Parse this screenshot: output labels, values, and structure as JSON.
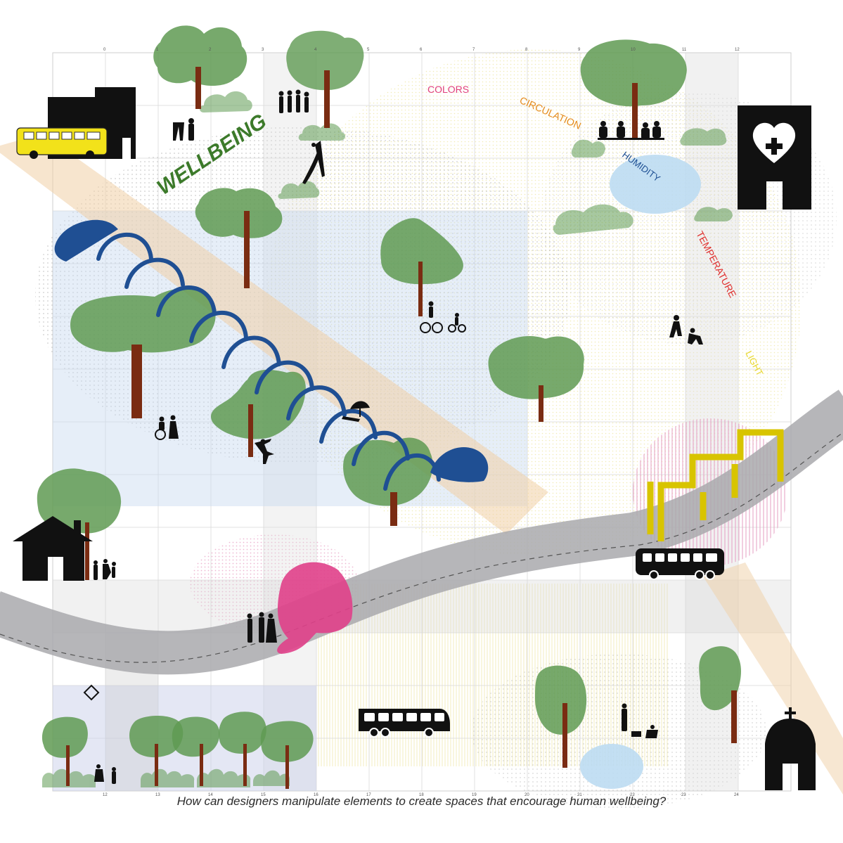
{
  "title": "WELLBEING",
  "labels": {
    "colors": "COLORS",
    "circulation": "CIRCULATION",
    "humidity": "HUMIDITY",
    "temperature": "TEMPERATURE",
    "light": "LIGHT"
  },
  "caption": "How can designers manipulate elements to create spaces that encourage human wellbeing?",
  "grid": {
    "top_numbers": [
      "0",
      "1",
      "2",
      "3",
      "4",
      "5",
      "6",
      "7",
      "8",
      "9",
      "10",
      "11",
      "12"
    ],
    "bottom_numbers": [
      "12",
      "13",
      "14",
      "15",
      "16",
      "17",
      "18",
      "19",
      "20",
      "21",
      "22",
      "23",
      "24"
    ]
  },
  "colors": {
    "tree_green": "#5f9a52",
    "trunk_brown": "#7a2c12",
    "tunnel_blue": "#1f4f93",
    "road_gray": "#a9a9ad",
    "pink_form": "#e0408a",
    "yellow_frame": "#d8c400",
    "bus_yellow": "#f2e21a",
    "humidity_pool": "#bcdcf2",
    "label_colors": "#e0407e",
    "label_circulation": "#e58a1b",
    "label_humidity": "#1d4f93",
    "label_temperature": "#e0302f",
    "label_light": "#e8d72a",
    "title_green": "#3c7a2a"
  },
  "icons": [
    "school-icon",
    "school-bus-icon",
    "hospital-heart-icon",
    "house-icon",
    "church-icon",
    "coach-bus-icon",
    "city-bus-icon",
    "people-silhouettes-icon",
    "cyclists-icon",
    "skaters-icon",
    "ballet-dancer-icon",
    "wheelchair-icon",
    "kite-icon",
    "dog-walker-icon",
    "slide-icon",
    "beach-umbrella-icon"
  ]
}
